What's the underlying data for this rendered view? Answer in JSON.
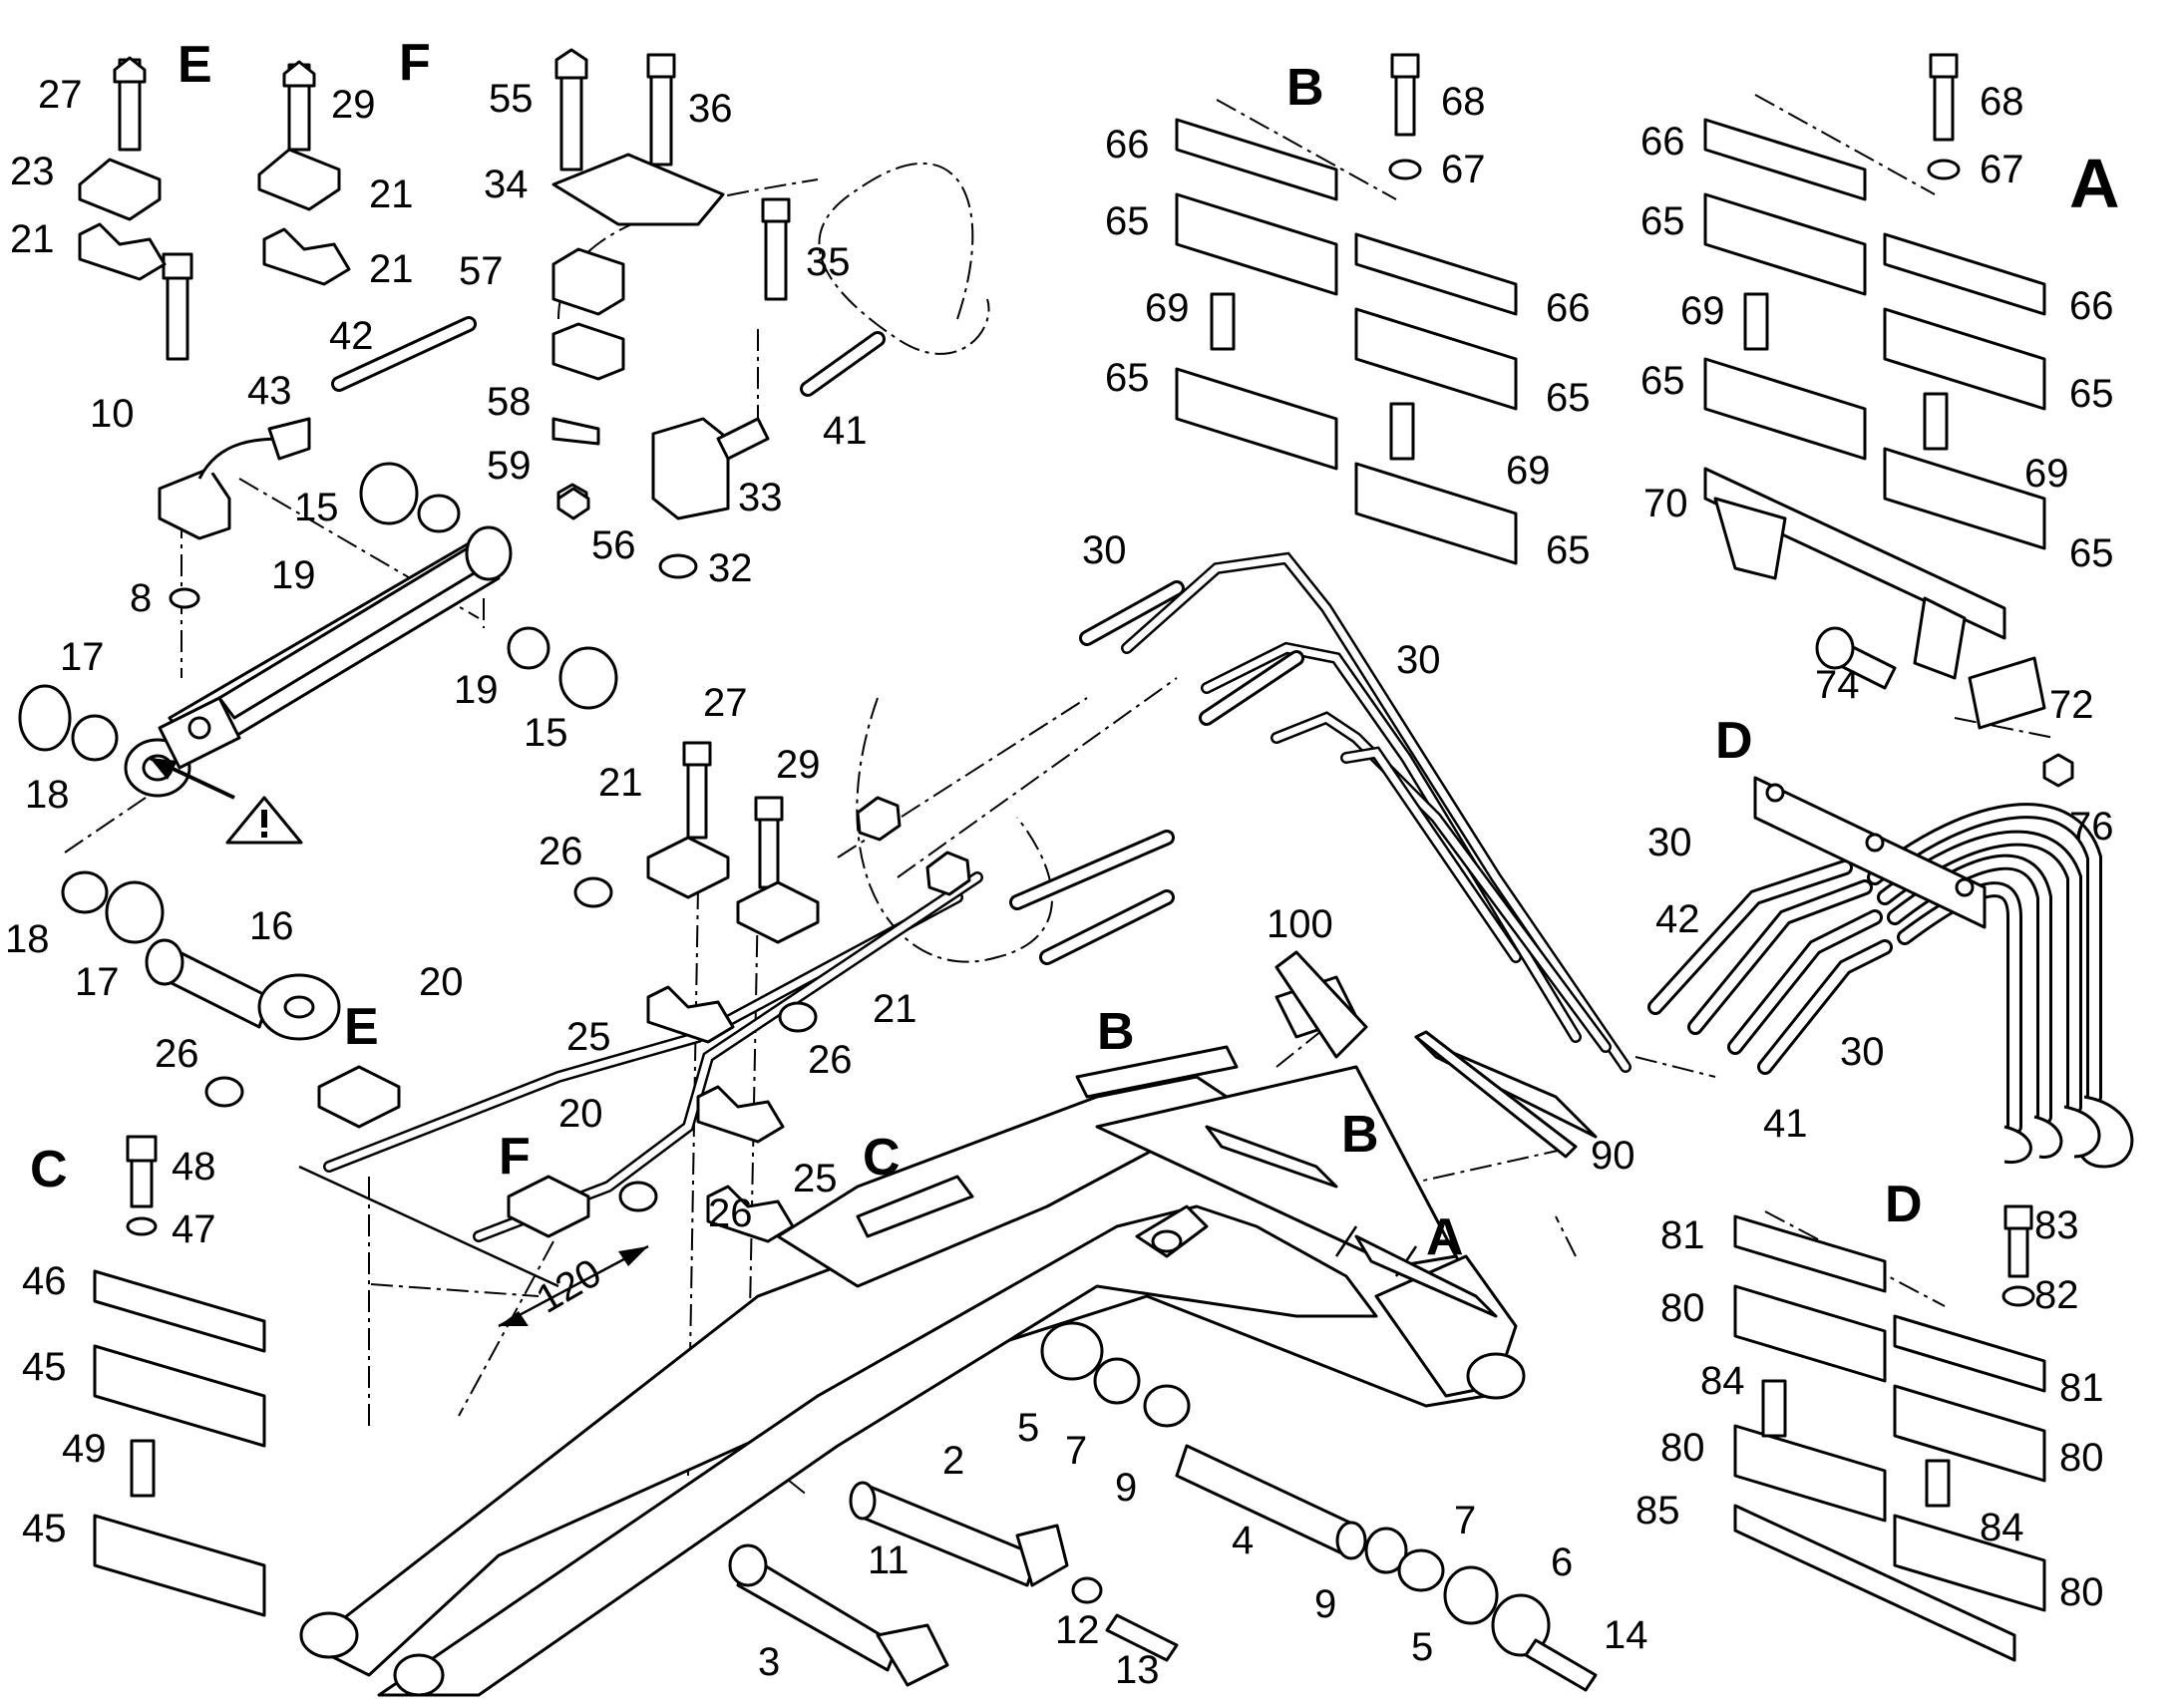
{
  "section_letters": {
    "E_top": "E",
    "F_top": "F",
    "B_top": "B",
    "A_top": "A",
    "E_mid": "E",
    "F_mid": "F",
    "C_left": "C",
    "C_boom": "C",
    "B_boom1": "B",
    "B_boom2": "B",
    "A_boom": "A",
    "D_right": "D",
    "D_bottom": "D"
  },
  "dimension": "120",
  "callouts": [
    "27",
    "23",
    "21",
    "29",
    "21",
    "21",
    "55",
    "36",
    "34",
    "57",
    "35",
    "42",
    "43",
    "10",
    "58",
    "59",
    "56",
    "33",
    "41",
    "32",
    "15",
    "19",
    "8",
    "17",
    "18",
    "19",
    "15",
    "18",
    "17",
    "16",
    "27",
    "21",
    "29",
    "26",
    "21",
    "20",
    "25",
    "26",
    "26",
    "20",
    "26",
    "25",
    "2",
    "5",
    "7",
    "9",
    "4",
    "7",
    "9",
    "5",
    "6",
    "14",
    "11",
    "12",
    "13",
    "3",
    "48",
    "47",
    "46",
    "45",
    "49",
    "45",
    "66",
    "65",
    "69",
    "65",
    "68",
    "67",
    "66",
    "65",
    "69",
    "65",
    "66",
    "65",
    "69",
    "65",
    "68",
    "67",
    "66",
    "65",
    "69",
    "65",
    "70",
    "74",
    "72",
    "76",
    "30",
    "30",
    "30",
    "42",
    "41",
    "30",
    "100",
    "90",
    "81",
    "80",
    "84",
    "80",
    "85",
    "83",
    "82",
    "81",
    "80",
    "84",
    "80"
  ]
}
